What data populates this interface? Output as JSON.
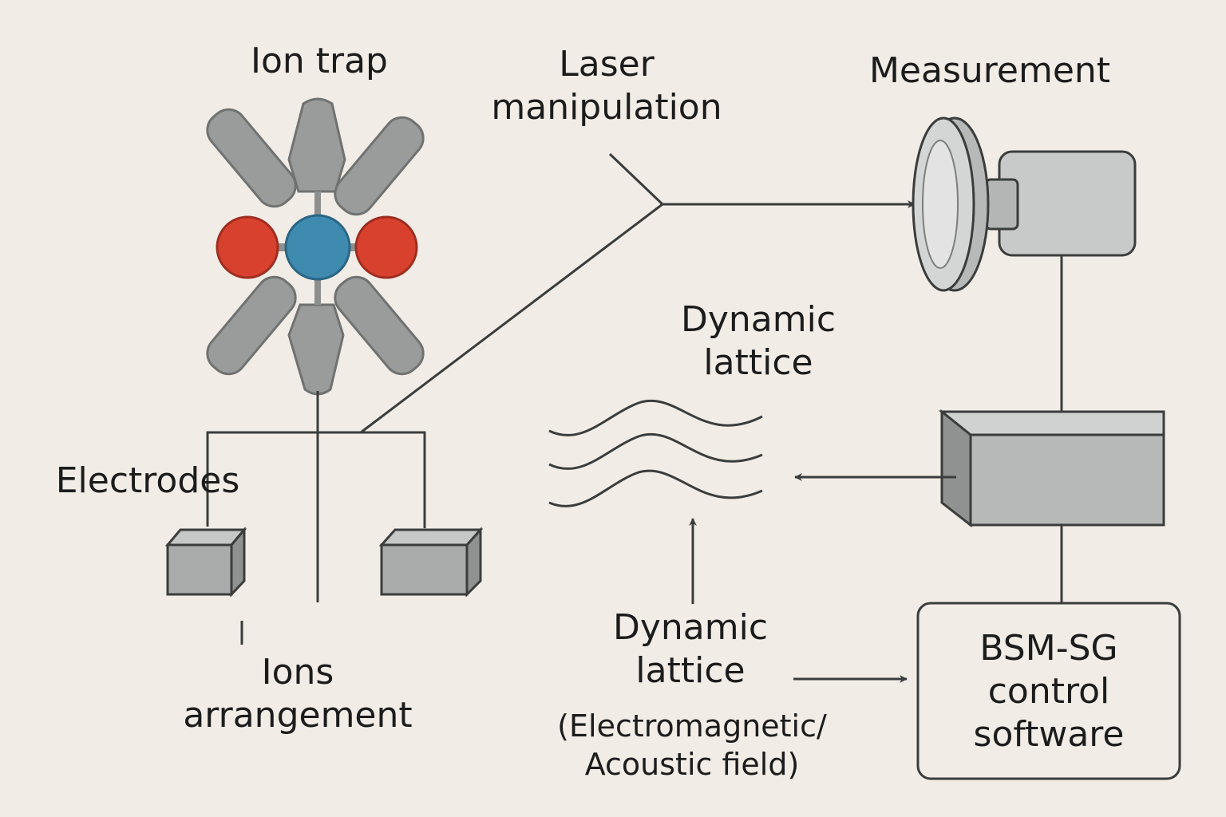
{
  "labels": {
    "ion_trap": "Ion trap",
    "laser_line1": "Laser",
    "laser_line2": "manipulation",
    "measurement": "Measurement",
    "dynamic_lattice_top_line1": "Dynamic",
    "dynamic_lattice_top_line2": "lattice",
    "electrodes": "Electrodes",
    "ions_line1": "Ions",
    "ions_line2": "arrangement",
    "dynamic_lattice_bottom_line1": "Dynamic",
    "dynamic_lattice_bottom_line2": "lattice",
    "field_line1": "(Electromagnetic/",
    "field_line2": "Acoustic field)",
    "control_line1": "BSM-SG",
    "control_line2": "control",
    "control_line3": "software"
  },
  "colors": {
    "background": "#f1ede6",
    "line": "#3a3d3c",
    "metal_gray": "#9a9c9b",
    "box_gray": "#b3b6b5",
    "ion_red": "#d9412f",
    "ion_blue": "#3f8bb0"
  }
}
